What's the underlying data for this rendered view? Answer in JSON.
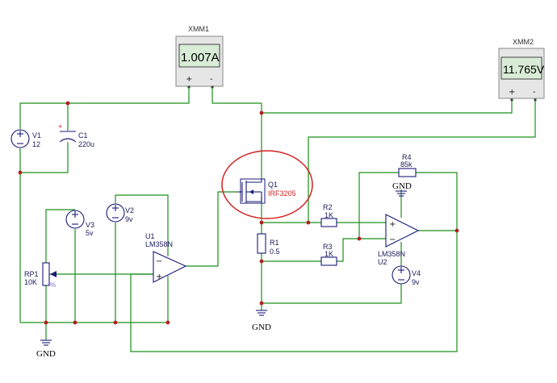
{
  "meters": {
    "xmm1": {
      "name": "XMM1",
      "reading": "1.007A",
      "plus": "+",
      "minus": "-"
    },
    "xmm2": {
      "name": "XMM2",
      "reading": "11.765V",
      "plus": "+",
      "minus": "-"
    }
  },
  "components": {
    "v1": {
      "ref": "V1",
      "value": "12"
    },
    "c1": {
      "ref": "C1",
      "value": "220u"
    },
    "v2": {
      "ref": "V2",
      "value": "9v"
    },
    "v3": {
      "ref": "V3",
      "value": "5v"
    },
    "v4": {
      "ref": "V4",
      "value": "9v"
    },
    "rp1": {
      "ref": "RP1",
      "value": "10K"
    },
    "u1": {
      "ref": "U1",
      "value": "LM358N"
    },
    "u2": {
      "ref": "U2",
      "value": "LM358N"
    },
    "q1": {
      "ref": "Q1",
      "value": "IRF3205"
    },
    "r1": {
      "ref": "R1",
      "value": "0.5"
    },
    "r2": {
      "ref": "R2",
      "value": "1K"
    },
    "r3": {
      "ref": "R3",
      "value": "1K"
    },
    "r4": {
      "ref": "R4",
      "value": "85k"
    }
  },
  "grounds": {
    "g1": "GND",
    "g2": "GND",
    "g3": "GND"
  },
  "symbols": {
    "plus": "+",
    "minus": "−"
  },
  "colors": {
    "wire": "#1a8f1a",
    "component": "#1a1a7a",
    "highlight": "#d42020",
    "junction": "#b02020"
  }
}
